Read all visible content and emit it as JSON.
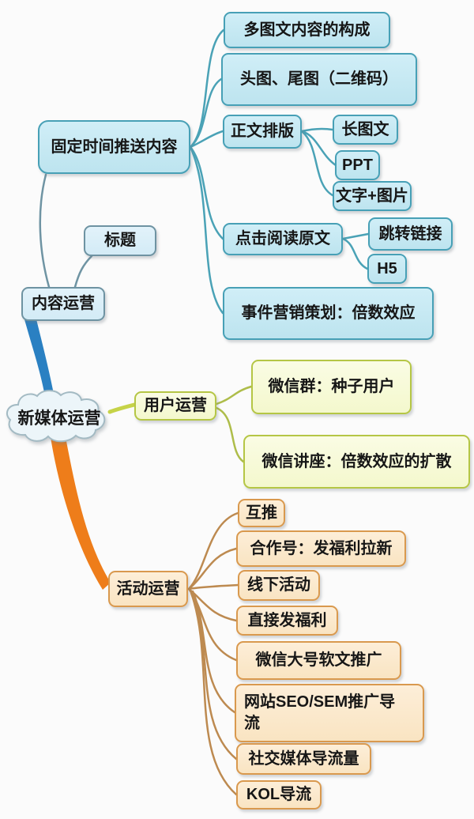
{
  "tree": {
    "label": "新媒体运营",
    "children": [
      {
        "label": "内容运营",
        "children": [
          {
            "label": "标题"
          },
          {
            "label": "固定时间推送内容",
            "children": [
              {
                "label": "多图文内容的构成"
              },
              {
                "label": "头图、尾图（二维码）"
              },
              {
                "label": "正文排版",
                "children": [
                  {
                    "label": "长图文"
                  },
                  {
                    "label": "PPT"
                  },
                  {
                    "label": "文字+图片"
                  }
                ]
              },
              {
                "label": "点击阅读原文",
                "children": [
                  {
                    "label": "跳转链接"
                  },
                  {
                    "label": "H5"
                  }
                ]
              },
              {
                "label": "事件营销策划：倍数效应"
              }
            ]
          }
        ]
      },
      {
        "label": "用户运营",
        "children": [
          {
            "label": "微信群：种子用户"
          },
          {
            "label": "微信讲座：倍数效应的扩散"
          }
        ]
      },
      {
        "label": "活动运营",
        "children": [
          {
            "label": "互推"
          },
          {
            "label": "合作号：发福利拉新"
          },
          {
            "label": "线下活动"
          },
          {
            "label": "直接发福利"
          },
          {
            "label": "微信大号软文推广"
          },
          {
            "label": "网站SEO/SEM推广导流"
          },
          {
            "label": "社交媒体导流量"
          },
          {
            "label": "KOL导流"
          }
        ]
      }
    ]
  },
  "colors": {
    "branch_content": "#2a80c2",
    "branch_user": "#c6d348",
    "branch_activity": "#ee7d1a",
    "node_blue_fill": "#c3e8f2",
    "node_blue_border": "#47a0b6",
    "node_blue_light_fill": "#d9eef8",
    "node_blue_light_border": "#6e93a2",
    "node_yellow_fill": "#f7fad8",
    "node_yellow_border": "#b5c645",
    "node_orange_fill": "#fcebce",
    "node_orange_border": "#d9994e",
    "connector_teal": "#4aa2b6",
    "connector_grayblue": "#6f94a3",
    "connector_olive": "#aebd4a",
    "connector_brown": "#bd8a50",
    "cloud_fill": "#ecf5f9",
    "cloud_border": "#a3bac3",
    "text": "#161616",
    "canvas_bg": "#fbfbfb"
  }
}
